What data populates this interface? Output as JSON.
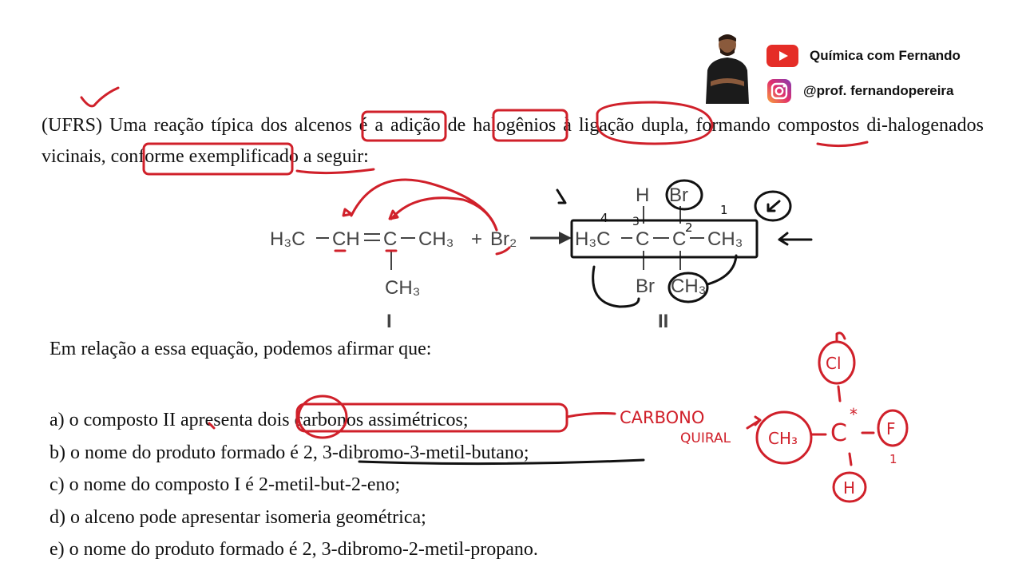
{
  "brand": {
    "youtube_label": "Química com Fernando",
    "instagram_label": "@prof. fernandopereira",
    "youtube_color": "#e52d27",
    "instagram_color": "#c13584",
    "icons": [
      "youtube-icon",
      "instagram-icon"
    ]
  },
  "question": {
    "text": "(UFRS) Uma reação típica dos alcenos é a adição de halogênios à ligação dupla, formando compostos di-halogenados vicinais, conforme exemplificado a seguir:"
  },
  "reaction": {
    "reactant": {
      "h3c": "H₃C",
      "ch": "CH",
      "c": "C",
      "ch3_right": "CH₃",
      "ch3_branch": "CH₃",
      "label": "I"
    },
    "plus": "+",
    "reagent": "Br₂",
    "product": {
      "h3c": "H₃C",
      "c1": "C",
      "c2": "C",
      "ch3": "CH₃",
      "top_h": "H",
      "top_br": "Br",
      "bottom_br": "Br",
      "bottom_ch3": "CH₃",
      "label": "II"
    }
  },
  "prompt": "Em relação a essa equação, podemos afirmar que:",
  "options": [
    "a) o composto II apresenta dois carbonos assimétricos;",
    "b) o nome do produto formado é 2, 3-dibromo-3-metil-butano;",
    "c) o nome do composto I é 2-metil-but-2-eno;",
    "d) o alceno pode apresentar isomeria geométrica;",
    "e) o nome do produto formado é 2, 3-dibromo-2-metil-propano."
  ],
  "annotations": {
    "color": "#d0202a",
    "carbono": "CARBONO",
    "quiral": "QUIRAL",
    "center_c": "C",
    "star": "*",
    "cl": "Cl",
    "f": "F",
    "ch3": "CH₃",
    "h": "H",
    "num_4": "4",
    "num_3": "3",
    "num_2": "2",
    "num_1": "1",
    "num_1b": "1"
  }
}
